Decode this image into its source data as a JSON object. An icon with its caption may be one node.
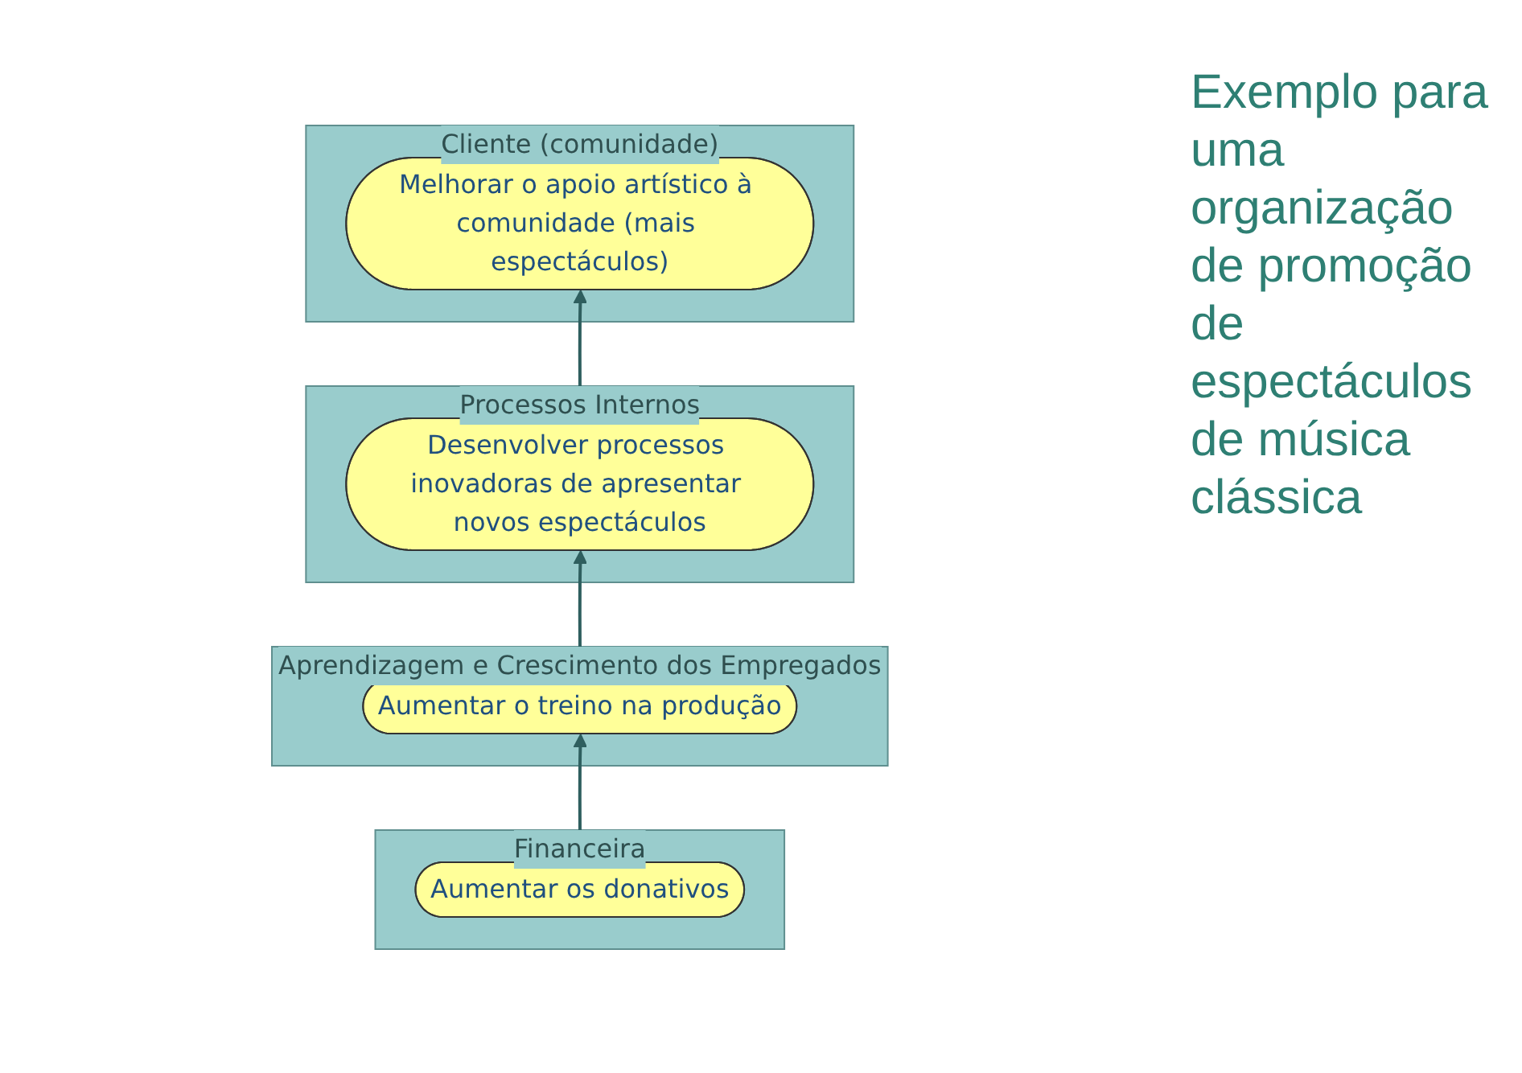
{
  "diagram": {
    "nodes": [
      {
        "text": [
          "Cliente (comunidade)"
        ]
      },
      {
        "text": [
          "Melhorar o apoio artístico à comunidade (mais espectáculos)"
        ],
        "in": 0
      },
      {
        "text": [
          "Processos Internos"
        ]
      },
      {
        "text": [
          "Desenvolver processos inovadoras de apresentar novos espectáculos"
        ],
        "in": 2
      },
      {
        "text": [
          "Aprendizagem e Crescimento dos Empregados"
        ]
      },
      {
        "text": [
          "Aumentar o treino na produção"
        ],
        "in": 4
      },
      {
        "text": [
          "Financeira"
        ]
      },
      {
        "text": [
          "Aumentar os donativos"
        ],
        "in": 6
      }
    ],
    "edges": [
      {
        "from": 7,
        "to": 5,
        "arrow": "to"
      },
      {
        "from": 5,
        "to": 3,
        "arrow": "to"
      },
      {
        "from": 3,
        "to": 1,
        "arrow": "to"
      }
    ],
    "labels": [
      "Exemplo para uma organização de promoção de espectáculos de música clássica"
    ]
  }
}
